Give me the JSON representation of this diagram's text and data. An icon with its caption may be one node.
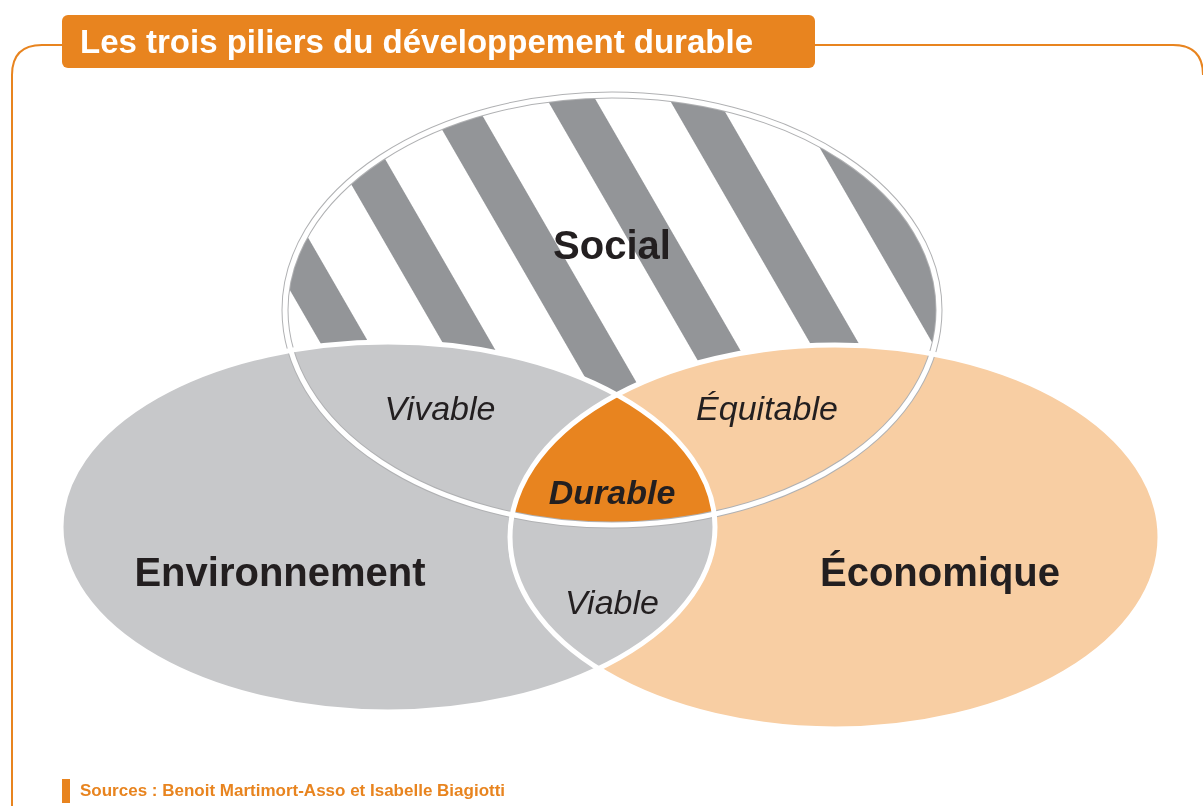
{
  "diagram": {
    "title": "Les trois piliers du développement durable",
    "caption": "Sources : Benoit Martimort-Asso et Isabelle Biagiotti",
    "nodes": [
      {
        "text": [
          "Social"
        ]
      },
      {
        "text": [
          "Environnement"
        ]
      },
      {
        "text": [
          "Économique"
        ]
      },
      {
        "text": [
          "Vivable"
        ]
      },
      {
        "text": [
          "Équitable"
        ]
      },
      {
        "text": [
          "Durable"
        ]
      },
      {
        "text": [
          "Viable"
        ]
      }
    ]
  }
}
